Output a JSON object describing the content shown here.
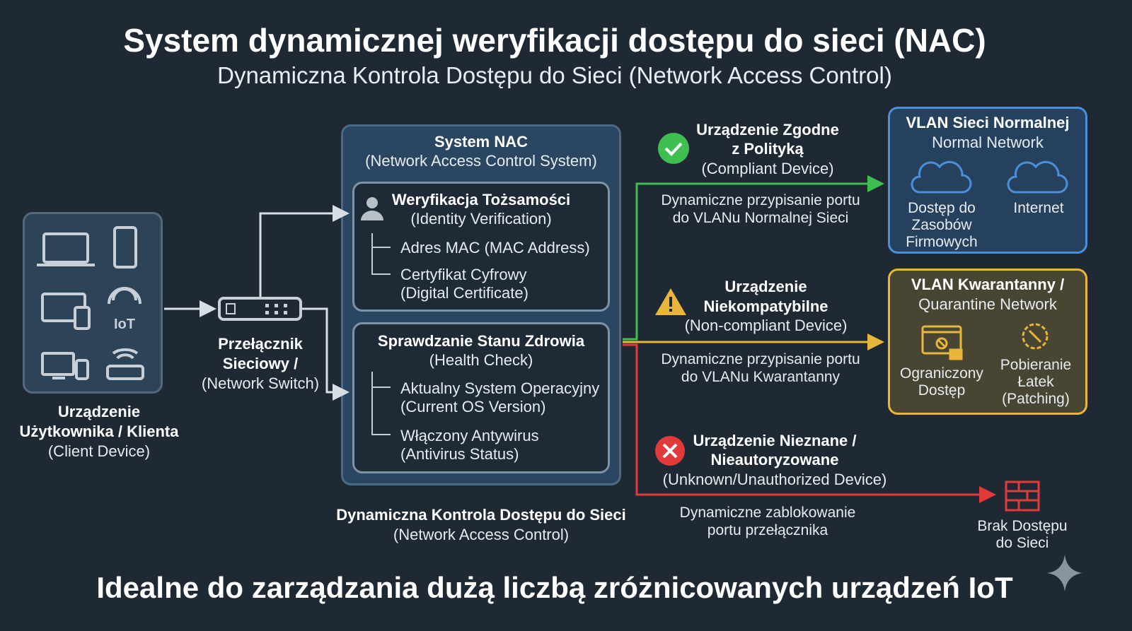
{
  "header": {
    "title": "System dynamicznej weryfikacji dostępu do sieci (NAC)",
    "subtitle": "Dynamiczna Kontrola Dostępu do Sieci (Network Access Control)"
  },
  "client": {
    "title1": "Urządzenie",
    "title2": "Użytkownika / Klienta",
    "subtitle": "(Client Device)",
    "iot_label": "IoT"
  },
  "switch": {
    "title1": "Przełącznik",
    "title2": "Sieciowy /",
    "subtitle": "(Network Switch)"
  },
  "nac": {
    "title": "System NAC",
    "subtitle": "(Network Access Control System)",
    "identity": {
      "title": "Weryfikacja Tożsamości",
      "subtitle": "(Identity Verification)",
      "item1": "Adres MAC (MAC Address)",
      "item2a": "Certyfikat Cyfrowy",
      "item2b": "(Digital Certificate)"
    },
    "health": {
      "title": "Sprawdzanie Stanu Zdrowia",
      "subtitle": "(Health Check)",
      "item1a": "Aktualny System Operacyjny",
      "item1b": "(Current OS Version)",
      "item2a": "Włączony Antywirus",
      "item2b": "(Antivirus Status)"
    },
    "caption1": "Dynamiczna Kontrola Dostępu do Sieci",
    "caption2": "(Network Access Control)"
  },
  "outcomes": {
    "compliant": {
      "title1": "Urządzenie Zgodne",
      "title2": "z Polityką",
      "subtitle": "(Compliant Device)",
      "action1": "Dynamiczne przypisanie portu",
      "action2": "do VLANu Normalnej Sieci",
      "color": "#3fbf4f"
    },
    "noncompliant": {
      "title1": "Urządzenie",
      "title2": "Niekompatybilne",
      "subtitle": "(Non-compliant Device)",
      "action1": "Dynamiczne przypisanie portu",
      "action2": "do VLANu Kwarantanny",
      "color": "#e7b63a"
    },
    "unknown": {
      "title1": "Urządzenie Nieznane /",
      "title2": "Nieautoryzowane",
      "subtitle": "(Unknown/Unauthorized Device)",
      "action1": "Dynamiczne zablokowanie",
      "action2": "portu przełącznika",
      "color": "#e03a3a"
    }
  },
  "normal_vlan": {
    "title": "VLAN Sieci Normalnej",
    "subtitle": "Normal Network",
    "res1a": "Dostęp do",
    "res1b": "Zasobów",
    "res1c": "Firmowych",
    "res2": "Internet"
  },
  "quarantine_vlan": {
    "title": "VLAN Kwarantanny /",
    "subtitle": "Quarantine Network",
    "res1a": "Ograniczony",
    "res1b": "Dostęp",
    "res2a": "Pobieranie",
    "res2b": "Łatek",
    "res2c": "(Patching)"
  },
  "blocked": {
    "line1": "Brak Dostępu",
    "line2": "do Sieci"
  },
  "footer": "Idealne do zarządzania dużą liczbą zróżnicowanych urządzeń IoT"
}
